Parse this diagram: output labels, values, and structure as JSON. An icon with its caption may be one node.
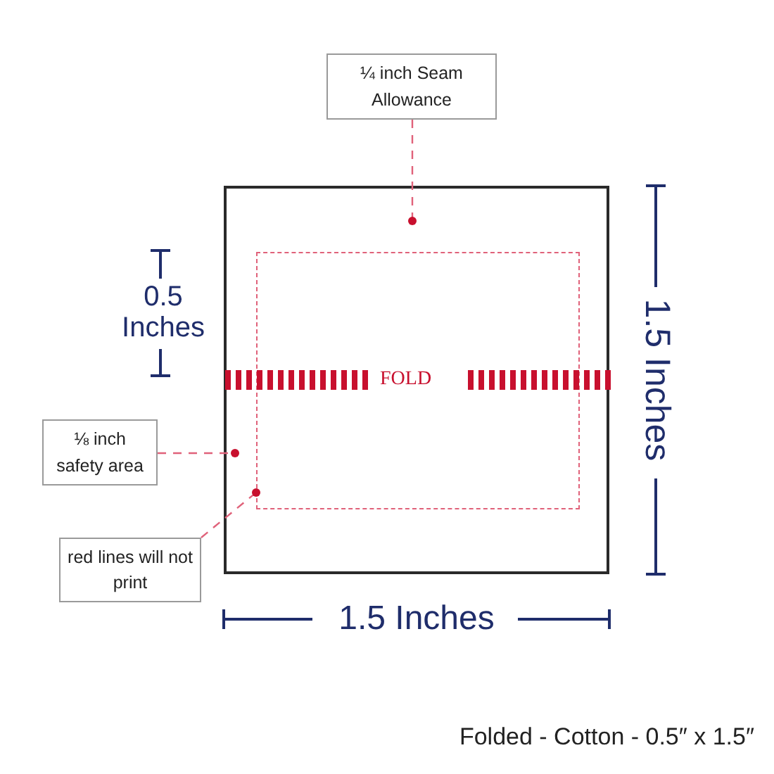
{
  "diagram": {
    "caption": "Folded - Cotton - 0.5″ x 1.5″",
    "nodes": [
      {
        "text": [
          "¼ inch Seam Allowance"
        ]
      },
      {
        "text": [],
        "shape": "box"
      },
      {
        "text": [],
        "shape": "box",
        "in": 1
      },
      {
        "text": [
          "⅛ inch safety area"
        ]
      },
      {
        "text": [
          "red lines will not print"
        ]
      }
    ],
    "edges": [
      {
        "from": 0,
        "to": 1,
        "arrow": "other"
      },
      {
        "from": 3,
        "to": 1,
        "arrow": "other"
      },
      {
        "from": 4,
        "to": 2,
        "arrow": "other"
      }
    ],
    "labels": [
      "0.5 Inches",
      "1.5 Inches",
      "FOLD",
      "1.5 Inches"
    ]
  }
}
